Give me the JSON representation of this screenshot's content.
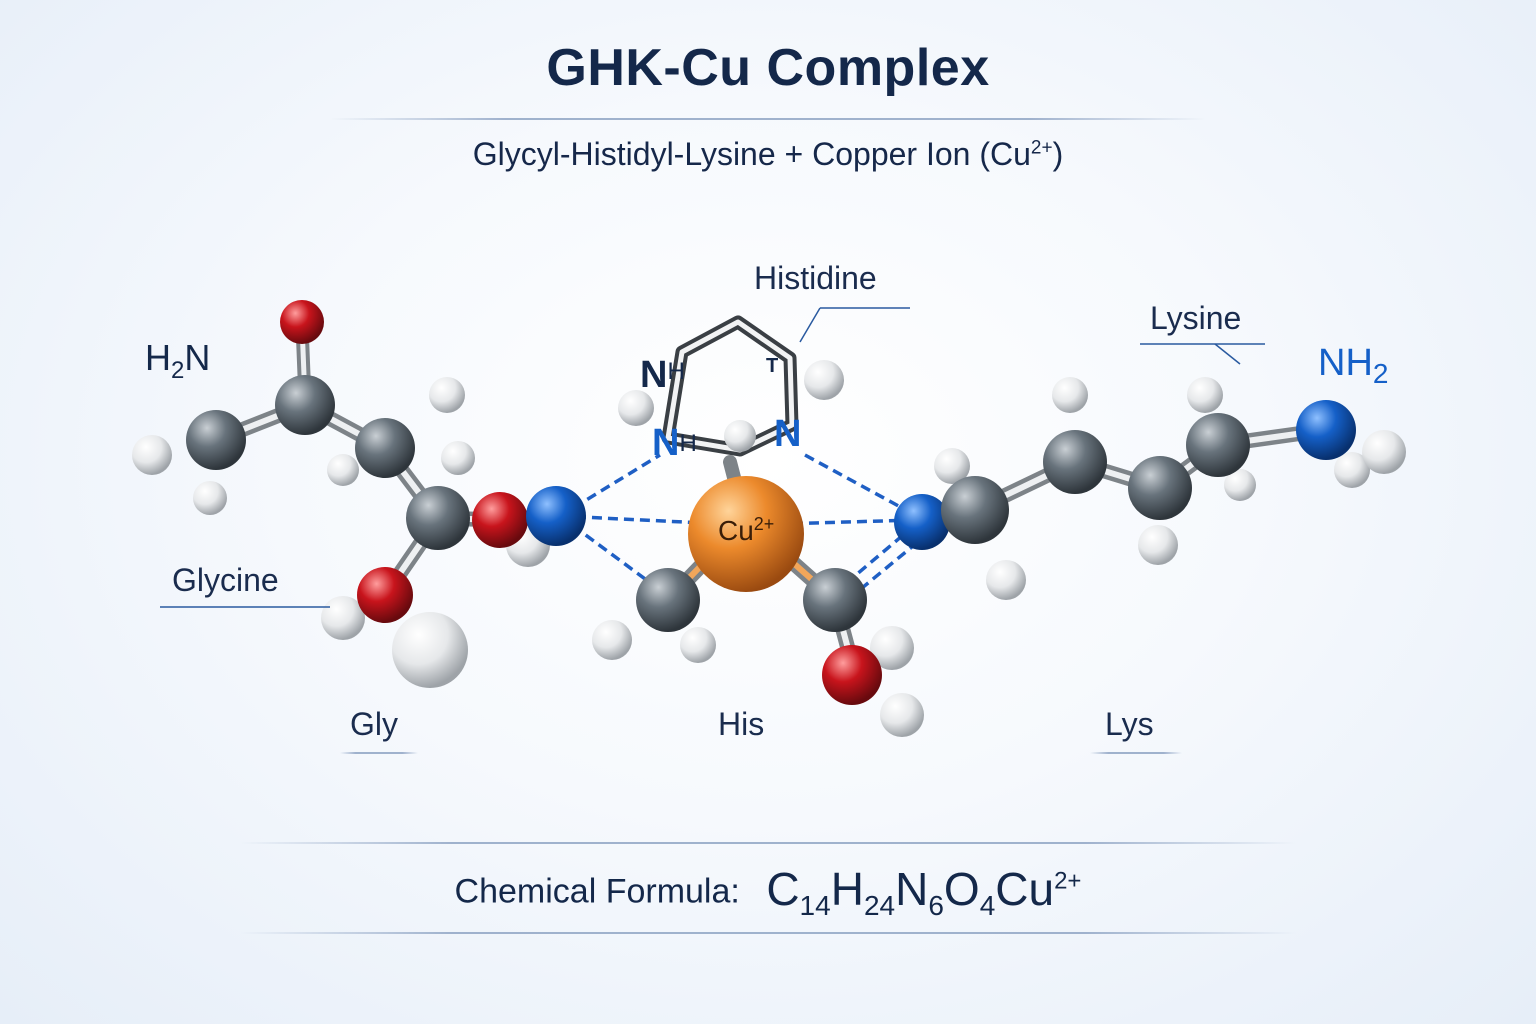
{
  "title": "GHK-Cu Complex",
  "subtitle": {
    "text": "Glycyl-Histidyl-Lysine + Copper Ion (Cu",
    "sup": "2+",
    "close": ")"
  },
  "labels": {
    "histidine": "Histidine",
    "lysine": "Lysine",
    "glycine": "Glycine",
    "gly": "Gly",
    "his": "His",
    "lys": "Lys"
  },
  "atom_labels": {
    "h2n_left": "H",
    "h2n_left_sub": "2",
    "h2n_left_n": "N",
    "nh2_right": "NH",
    "nh2_right_sub": "2",
    "ring_n1": "N",
    "ring_n1_h": "H",
    "ring_n2": "N",
    "ring_n2_h": "H",
    "ring_n3": "N",
    "ring_t": "T",
    "cu_label": "Cu",
    "cu_charge": "2+"
  },
  "formula": {
    "label": "Chemical Formula:",
    "parts": [
      {
        "el": "C",
        "n": "14"
      },
      {
        "el": "H",
        "n": "24"
      },
      {
        "el": "N",
        "n": "6"
      },
      {
        "el": "O",
        "n": "4"
      },
      {
        "el": "Cu",
        "n": ""
      }
    ],
    "charge": "2+"
  },
  "colors": {
    "carbon": "#5e6870",
    "nitrogen": "#1560c8",
    "oxygen": "#c8141c",
    "hydrogen": "#e8eaec",
    "copper": "#ea8a2c",
    "coordination": "#1f5fc4",
    "text": "#14284a"
  }
}
